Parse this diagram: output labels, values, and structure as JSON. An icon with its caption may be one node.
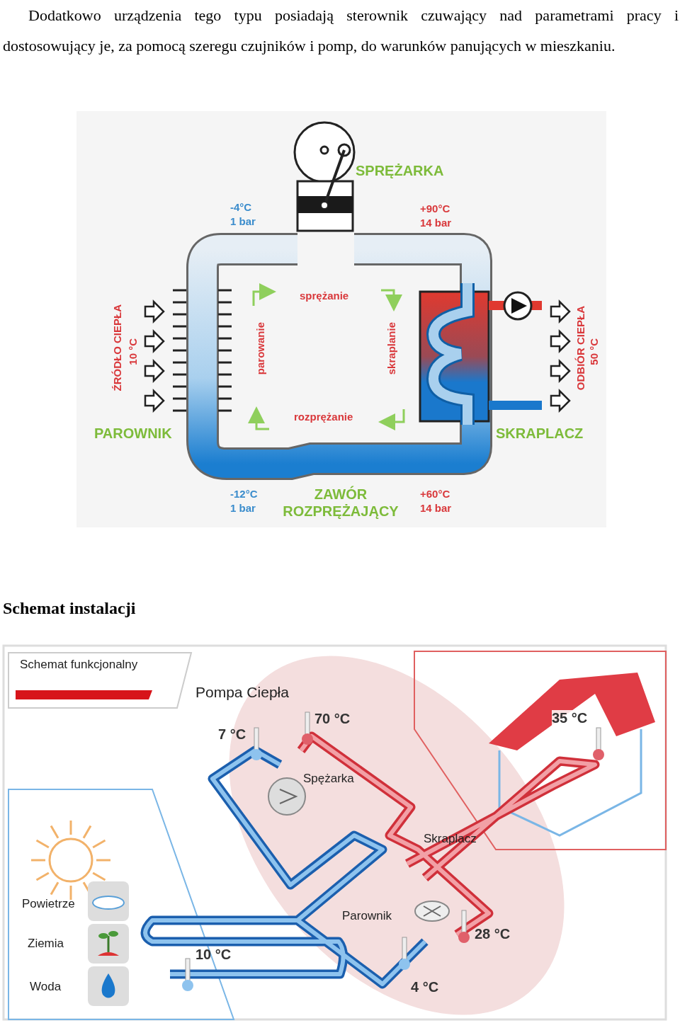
{
  "diagram": {
    "labels": [
      "Dodatkowo urządzenia tego typu posiadają sterownik czuwający nad parametrami pracy i dostosowujący je, za pomocą szeregu czujników i pomp, do warunków panujących w mieszkaniu.",
      "SPRĘŻARKA",
      "-4°C",
      "1 bar",
      "+90°C",
      "14 bar",
      "sprężanie",
      "parowanie",
      "skraplanie",
      "ŹRÓDŁO CIEPŁA",
      "10 °C",
      "rozprężanie",
      "PAROWNIK",
      "SKRAPLACZ",
      "ODBIÓR CIEPŁA",
      "50 °C",
      "-12°C",
      "1 bar",
      "ZAWÓR ROZPRĘŻAJĄCY",
      "+60°C",
      "14 bar",
      "Schemat instalacji",
      "Schemat funkcjonalny",
      "Pompa Ciepła",
      "70 °C",
      "7 °C",
      "35 °C",
      "Spężarka",
      "Skraplacz",
      "Powietrze",
      "Parownik",
      "28 °C",
      "Ziemia",
      "10 °C",
      "Woda",
      "4 °C"
    ]
  }
}
